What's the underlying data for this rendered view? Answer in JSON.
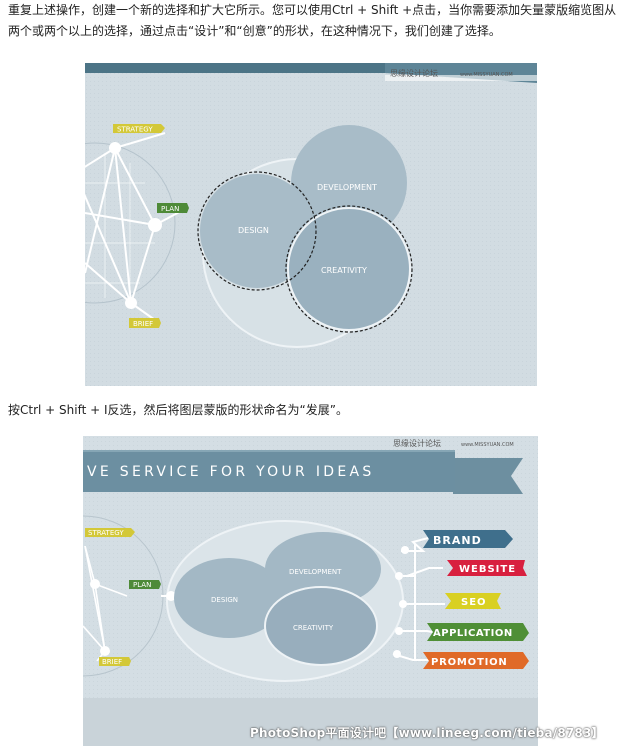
{
  "article": {
    "para1": "重复上述操作，创建一个新的选择和扩大它所示。您可以使用Ctrl + Shift +点击，当你需要添加矢量蒙版缩览图从两个或两个以上的选择，通过点击“设计”和“创意”的形状，在这种情况下，我们创建了选择。",
    "para2": "按Ctrl + Shift + I反选，然后将图层蒙版的形状命名为“发展”。"
  },
  "figure1": {
    "site_caption": "思缘设计论坛",
    "site_url": "www.MISSYUAN.COM",
    "tags": {
      "strategy": "STRATEGY",
      "plan": "PLAN",
      "brief": "BRIEF"
    },
    "circles": {
      "design": "DESIGN",
      "development": "DEVELOPMENT",
      "creativity": "CREATIVITY"
    }
  },
  "figure2": {
    "site_caption": "思缘设计论坛",
    "site_url": "www.MISSYUAN.COM",
    "banner_text": "VE SERVICE FOR YOUR IDEAS",
    "tags": {
      "strategy": "STRATEGY",
      "plan": "PLAN",
      "brief": "BRIEF"
    },
    "circles": {
      "design": "DESIGN",
      "development": "DEVELOPMENT",
      "creativity": "CREATIVITY"
    },
    "ribbons": [
      {
        "label": "BRAND",
        "color": "#3f6f8c"
      },
      {
        "label": "WEBSITE",
        "color": "#d8203f"
      },
      {
        "label": "SEO",
        "color": "#d9d022"
      },
      {
        "label": "APPLICATION",
        "color": "#4f8f36"
      },
      {
        "label": "PROMOTION",
        "color": "#e06a28"
      }
    ]
  },
  "watermark": "PhotoShop平面设计吧【www.lineeg.com/tieba/8783】"
}
